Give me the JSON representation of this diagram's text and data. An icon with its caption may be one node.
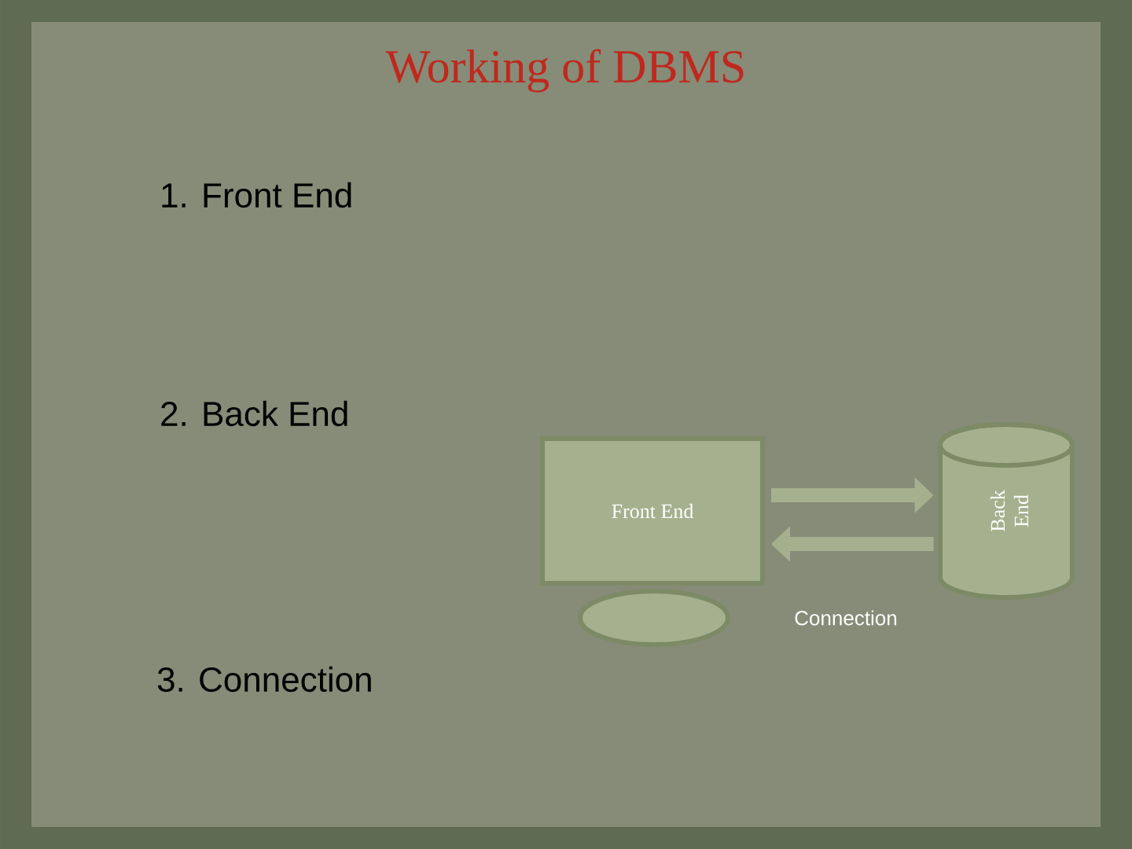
{
  "diagram": {
    "title": "Working of DBMS",
    "nodes": [
      {
        "text": [
          "Front End"
        ]
      },
      {
        "text": [],
        "shape": "ellipse"
      },
      {
        "text": [
          "Back End"
        ]
      }
    ],
    "edges": [
      {
        "from": 0,
        "to": 2,
        "arrow": "to"
      },
      {
        "from": 2,
        "to": 0,
        "arrow": "to"
      }
    ],
    "labels": [
      "1. Front End",
      "2.  Back End",
      "Connection",
      "3. Connection"
    ]
  }
}
